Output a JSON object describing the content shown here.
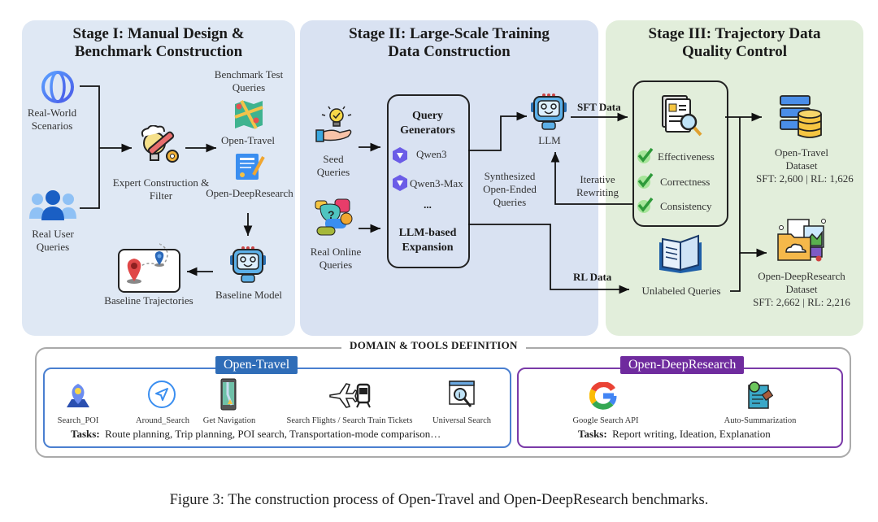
{
  "stage1": {
    "title_line1": "Stage I: Manual Design &",
    "title_line2": "Benchmark Construction",
    "real_world_line1": "Real-World",
    "real_world_line2": "Scenarios",
    "real_user_line1": "Real User",
    "real_user_line2": "Queries",
    "expert_line1": "Expert Construction &",
    "expert_line2": "Filter",
    "bench_line1": "Benchmark Test",
    "bench_line2": "Queries",
    "open_travel": "Open-Travel",
    "open_deepresearch": "Open-DeepResearch",
    "baseline_model": "Baseline Model",
    "baseline_trajectories": "Baseline Trajectories"
  },
  "stage2": {
    "title_line1": "Stage II: Large-Scale Training",
    "title_line2": "Data Construction",
    "seed_line1": "Seed",
    "seed_line2": "Queries",
    "online_line1": "Real Online",
    "online_line2": "Queries",
    "gen_line1": "Query",
    "gen_line2": "Generators",
    "models": [
      "Qwen3",
      "Qwen3-Max"
    ],
    "ellipsis": "...",
    "expansion_line1": "LLM-based",
    "expansion_line2": "Expansion",
    "synth_line1": "Synthesized",
    "synth_line2": "Open-Ended",
    "synth_line3": "Queries",
    "llm": "LLM",
    "sft_data": "SFT Data",
    "rl_data": "RL Data",
    "iter_line1": "Iterative",
    "iter_line2": "Rewriting"
  },
  "stage3": {
    "title_line1": "Stage III: Trajectory Data",
    "title_line2": "Quality Control",
    "checks": [
      "Effectiveness",
      "Correctness",
      "Consistency"
    ],
    "unlabeled": "Unlabeled Queries",
    "ot_dataset_line1": "Open-Travel",
    "ot_dataset_line2": "Dataset",
    "ot_dataset_stats": "SFT: 2,600 | RL: 1,626",
    "od_dataset_line1": "Open-DeepResearch",
    "od_dataset_line2": "Dataset",
    "od_dataset_stats": "SFT: 2,662 | RL: 2,216"
  },
  "domain": {
    "title": "DOMAIN & TOOLS DEFINITION",
    "open_travel": {
      "tag": "Open-Travel",
      "tools": [
        "Search_POI",
        "Around_Search",
        "Get Navigation",
        "Search Flights / Search Train Tickets",
        "Universal Search"
      ],
      "tasks_label": "Tasks:",
      "tasks": "Route planning,  Trip planning,  POI search,  Transportation-mode comparison…"
    },
    "open_deepresearch": {
      "tag": "Open-DeepResearch",
      "tools": [
        "Google Search API",
        "Auto-Summarization"
      ],
      "tasks_label": "Tasks:",
      "tasks": "Report writing,  Ideation,  Explanation"
    }
  },
  "caption": "Figure 3: The construction process of Open-Travel and Open-DeepResearch benchmarks.",
  "colors": {
    "stage1_bg": "#dfe8f4",
    "stage2_bg": "#d9e2f2",
    "stage3_bg": "#e2eedb",
    "open_travel_accent": "#2f6db8",
    "open_deepresearch_accent": "#6f2b9e",
    "check_green": "#2e9a3a"
  }
}
